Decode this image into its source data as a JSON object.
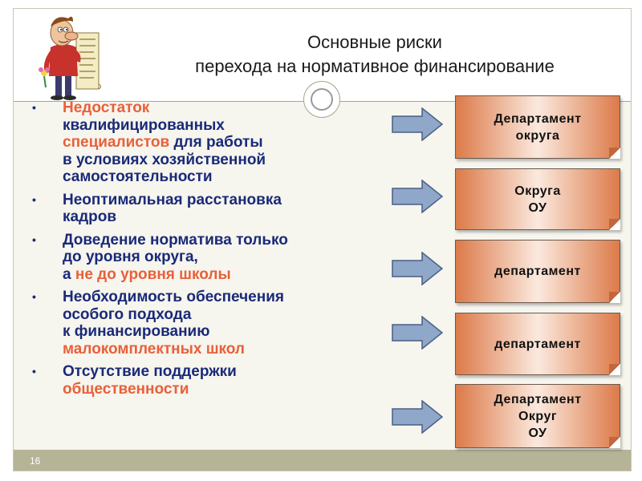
{
  "title": {
    "line1": "Основные риски",
    "line2": "перехода на нормативное финансирование"
  },
  "risks": [
    {
      "lines": [
        [
          {
            "text": "Недостаток",
            "hl": true
          }
        ],
        [
          {
            "text": "квалифицированных",
            "hl": false
          }
        ],
        [
          {
            "text": "специалистов",
            "hl": true
          },
          {
            "text": " для работы",
            "hl": false
          }
        ],
        [
          {
            "text": "в условиях хозяйственной",
            "hl": false
          }
        ],
        [
          {
            "text": "самостоятельности",
            "hl": false
          }
        ]
      ]
    },
    {
      "lines": [
        [
          {
            "text": "Неоптимальная расстановка",
            "hl": false
          }
        ],
        [
          {
            "text": "кадров",
            "hl": false
          }
        ]
      ]
    },
    {
      "lines": [
        [
          {
            "text": "Доведение норматива только",
            "hl": false
          }
        ],
        [
          {
            "text": "до уровня округа,",
            "hl": false
          }
        ],
        [
          {
            "text": "а ",
            "hl": false
          },
          {
            "text": "не до уровня школы",
            "hl": true
          }
        ]
      ]
    },
    {
      "lines": [
        [
          {
            "text": "Необходимость обеспечения",
            "hl": false
          }
        ],
        [
          {
            "text": "особого подхода",
            "hl": false
          }
        ],
        [
          {
            "text": "к финансированию",
            "hl": false
          }
        ],
        [
          {
            "text": "малокомплектных школ",
            "hl": true
          }
        ]
      ]
    },
    {
      "lines": [
        [
          {
            "text": "Отсутствие поддержки",
            "hl": false
          }
        ],
        [
          {
            "text": "общественности",
            "hl": true
          }
        ]
      ]
    }
  ],
  "responsible": [
    {
      "lines": [
        "Департамент",
        "округа"
      ]
    },
    {
      "lines": [
        "Округа",
        "ОУ"
      ]
    },
    {
      "lines": [
        "департамент"
      ]
    },
    {
      "lines": [
        "департамент"
      ]
    },
    {
      "lines": [
        "Департамент",
        "Округ",
        "ОУ"
      ]
    }
  ],
  "page_number": "16",
  "colors": {
    "text": "#1a2a78",
    "highlight": "#e8603a",
    "arrow_fill": "#8fa7c8",
    "box_edge": "#dc7a49",
    "box_center": "#fbe9de",
    "footer": "#b6b496"
  },
  "icons": {
    "bullet": "•",
    "arrow": "right-block-arrow",
    "character": "cartoon-man-with-scroll"
  }
}
